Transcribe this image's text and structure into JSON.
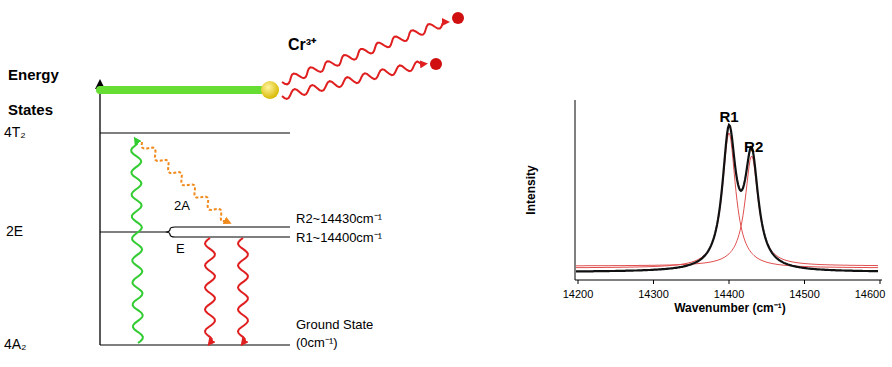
{
  "diagram": {
    "labels": [
      "Energy States",
      "Cr³⁺",
      "4T₂",
      "2E",
      "4A₂",
      "2A",
      "E",
      "R2~14430cm⁻¹",
      "R1~14400cm⁻¹",
      "Ground State (0cm⁻¹)",
      "R1",
      "R2",
      "Intensity",
      "Wavenumber (cm⁻¹)",
      "14200",
      "14300",
      "14400",
      "14500",
      "14600"
    ]
  }
}
